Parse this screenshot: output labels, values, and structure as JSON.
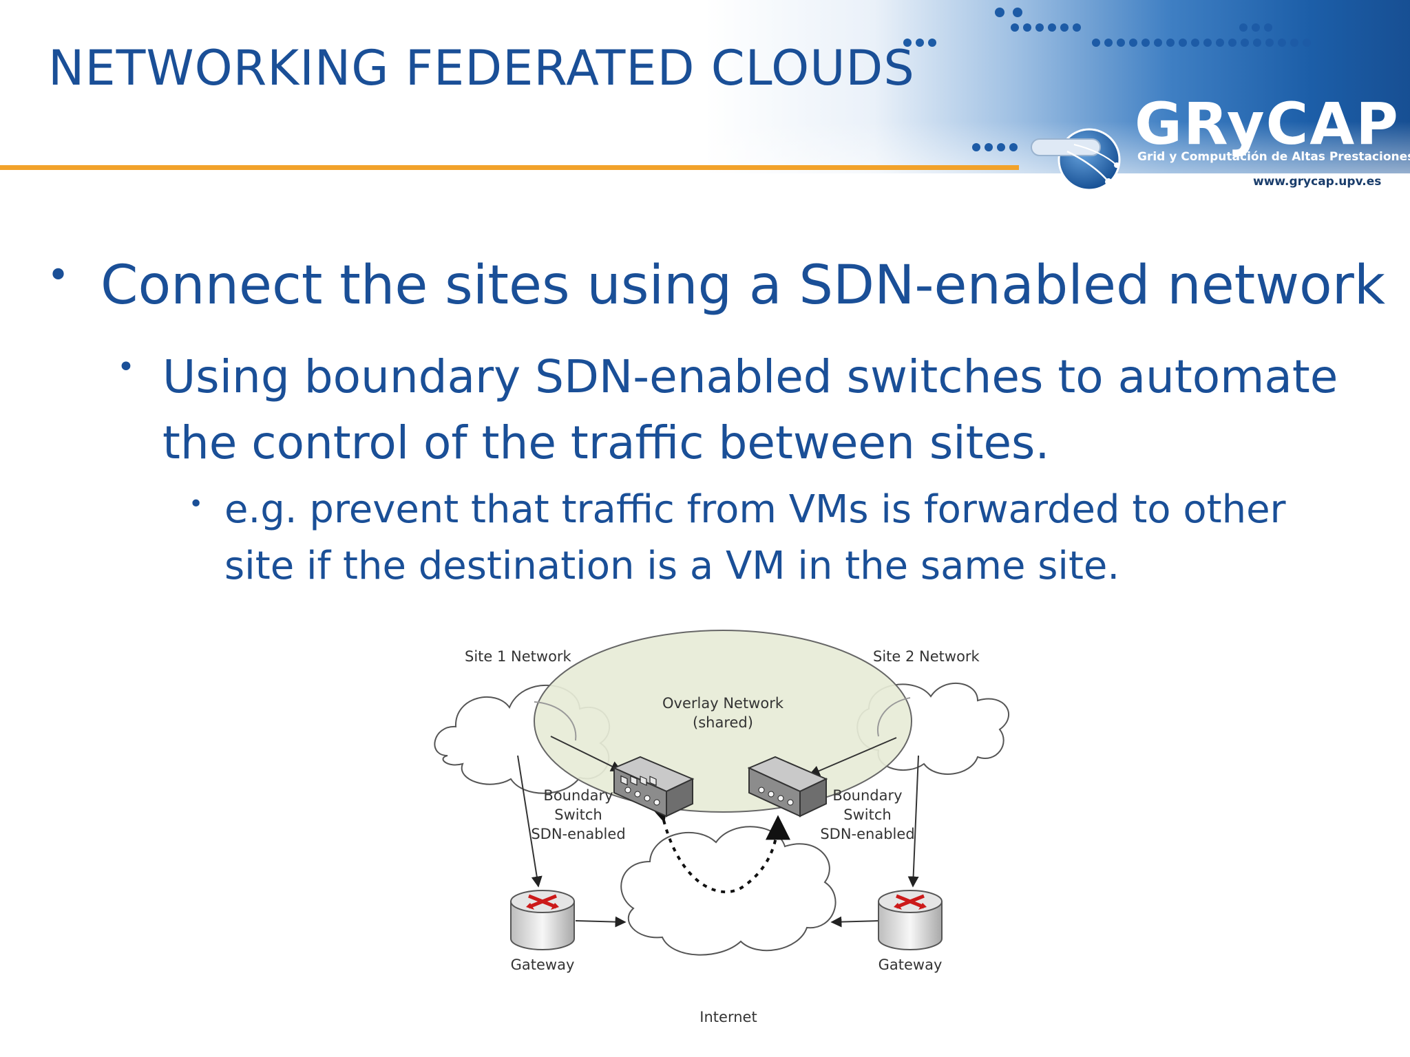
{
  "header": {
    "title": "NETWORKING FEDERATED CLOUDS",
    "logo_text": "GRyCAP",
    "logo_tagline": "Grid y Computación de Altas Prestaciones",
    "logo_url": "www.grycap.upv.es",
    "accent_color": "#f2a22a",
    "brand_color": "#1a4f97"
  },
  "bullets": {
    "level1": "Connect the sites using a SDN-enabled network",
    "level2": "Using boundary SDN-enabled switches to automate the control of the traffic between sites.",
    "level3": "e.g. prevent that traffic from VMs is forwarded to other site if the destination is a VM in the same site."
  },
  "diagram": {
    "site1_label": "Site 1 Network",
    "site2_label": "Site 2 Network",
    "overlay_label": "Overlay Network",
    "overlay_sub": "(shared)",
    "switch1_label": [
      "Boundary",
      "Switch",
      "SDN-enabled"
    ],
    "switch2_label": [
      "Boundary",
      "Switch",
      "SDN-enabled"
    ],
    "gateway1_label": "Gateway",
    "gateway2_label": "Gateway",
    "internet_label": "Internet",
    "switch_icon": "network-switch-icon",
    "router_icon": "router-icon",
    "cloud_icon": "cloud-icon"
  }
}
